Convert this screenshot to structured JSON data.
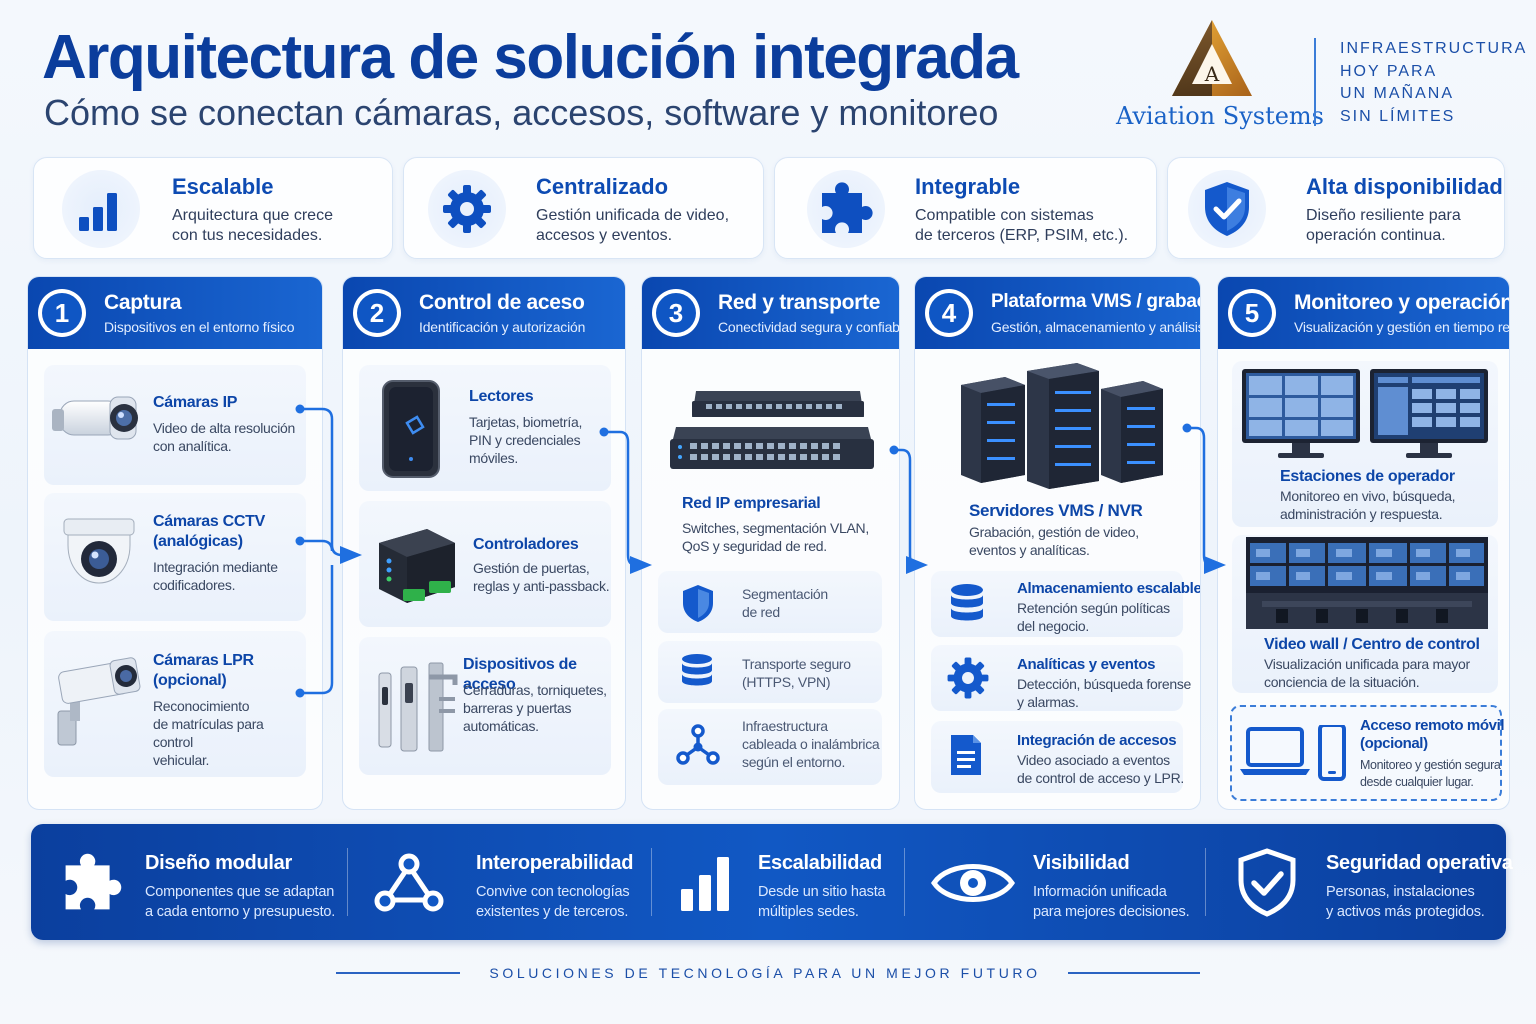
{
  "header": {
    "title": "Arquitectura de solución integrada",
    "subtitle": "Cómo se conectan cámaras, accesos, software y monitoreo",
    "logo_letter": "A",
    "brand": "Aviation Systems",
    "tagline": [
      "INFRAESTRUCTURA",
      "HOY PARA",
      "UN MAÑANA",
      "SIN LÍMITES"
    ]
  },
  "benefits": [
    {
      "icon": "bar-chart-icon",
      "title": "Escalable",
      "desc": [
        "Arquitectura que crece",
        "con tus necesidades."
      ]
    },
    {
      "icon": "gear-icon",
      "title": "Centralizado",
      "desc": [
        "Gestión unificada de video,",
        "accesos y eventos."
      ]
    },
    {
      "icon": "puzzle-icon",
      "title": "Integrable",
      "desc": [
        "Compatible con sistemas",
        "de terceros (ERP, PSIM, etc.)."
      ]
    },
    {
      "icon": "shield-check-icon",
      "title": "Alta disponibilidad",
      "desc": [
        "Diseño resiliente para",
        "operación continua."
      ]
    }
  ],
  "stages": [
    {
      "number": "1",
      "title": "Captura",
      "subtitle": "Dispositivos en el entorno físico",
      "items": [
        {
          "icon": "ip-camera-icon",
          "title": [
            "Cámaras IP"
          ],
          "desc": [
            "Video de alta resolución",
            "con analítica."
          ]
        },
        {
          "icon": "dome-camera-icon",
          "title": [
            "Cámaras CCTV",
            "(analógicas)"
          ],
          "desc": [
            "Integración mediante",
            "codificadores."
          ]
        },
        {
          "icon": "lpr-camera-icon",
          "title": [
            "Cámaras LPR",
            "(opcional)"
          ],
          "desc": [
            "Reconocimiento",
            "de matrículas para control",
            "vehicular."
          ]
        }
      ]
    },
    {
      "number": "2",
      "title": "Control de aceso",
      "subtitle": "Identificación y autorización",
      "items": [
        {
          "icon": "card-reader-icon",
          "title": [
            "Lectores"
          ],
          "desc": [
            "Tarjetas, biometría,",
            "PIN y credenciales",
            "móviles."
          ]
        },
        {
          "icon": "controller-icon",
          "title": [
            "Controladores"
          ],
          "desc": [
            "Gestión de puertas,",
            "reglas y anti-passback."
          ]
        },
        {
          "icon": "turnstile-icon",
          "title": [
            "Dispositivos de acceso"
          ],
          "desc": [
            "Cerraduras, torniquetes,",
            "barreras y puertas",
            "automáticas."
          ]
        }
      ]
    },
    {
      "number": "3",
      "title": "Red y transporte",
      "subtitle": "Conectividad segura y confiable",
      "main": {
        "icon": "network-switch-icon",
        "title": "Red IP empresarial",
        "desc": [
          "Switches, segmentación VLAN,",
          "QoS y seguridad de red."
        ]
      },
      "items": [
        {
          "icon": "shield-icon",
          "desc": [
            "Segmentación",
            "de red"
          ]
        },
        {
          "icon": "database-icon",
          "desc": [
            "Transporte seguro",
            "(HTTPS, VPN)"
          ]
        },
        {
          "icon": "network-nodes-icon",
          "desc": [
            "Infraestructura",
            "cableada o inalámbrica",
            "según el entorno."
          ]
        }
      ]
    },
    {
      "number": "4",
      "title": "Plataforma VMS / grabación",
      "subtitle": "Gestión, almacenamiento y análisis",
      "main": {
        "icon": "server-icon",
        "title": "Servidores VMS / NVR",
        "desc": [
          "Grabación, gestión de video,",
          "eventos y analíticas."
        ]
      },
      "items": [
        {
          "icon": "database-icon",
          "title": "Almacenamiento escalable",
          "desc": [
            "Retención según políticas",
            "del negocio."
          ]
        },
        {
          "icon": "gear-icon",
          "title": "Analíticas y eventos",
          "desc": [
            "Detección, búsqueda forense",
            "y alarmas."
          ]
        },
        {
          "icon": "document-icon",
          "title": "Integración de accesos",
          "desc": [
            "Video asociado a eventos",
            "de control de acceso y LPR."
          ]
        }
      ]
    },
    {
      "number": "5",
      "title": "Monitoreo y operación",
      "subtitle": "Visualización y gestión en tiempo real",
      "items": [
        {
          "icon": "monitor-icon",
          "title": "Estaciones de operador",
          "desc": [
            "Monitoreo en vivo, búsqueda,",
            "administración y respuesta."
          ]
        },
        {
          "icon": "video-wall-icon",
          "title": "Video wall / Centro de control",
          "desc": [
            "Visualización unificada para mayor",
            "conciencia de la situación."
          ]
        },
        {
          "icon": "laptop-phone-icon",
          "title": [
            "Acceso remoto móvil",
            "(opcional)"
          ],
          "desc": [
            "Monitoreo y gestión segura",
            "desde cualquier lugar."
          ]
        }
      ]
    }
  ],
  "pillars": [
    {
      "icon": "puzzle-icon",
      "title": "Diseño modular",
      "desc": [
        "Componentes que se adaptan",
        "a cada entorno y presupuesto."
      ]
    },
    {
      "icon": "network-nodes-icon",
      "title": "Interoperabilidad",
      "desc": [
        "Convive con tecnologías",
        "existentes y de terceros."
      ]
    },
    {
      "icon": "bar-chart-icon",
      "title": "Escalabilidad",
      "desc": [
        "Desde un sitio hasta",
        "múltiples sedes."
      ]
    },
    {
      "icon": "eye-icon",
      "title": "Visibilidad",
      "desc": [
        "Información unificada",
        "para mejores decisiones."
      ]
    },
    {
      "icon": "shield-check-icon",
      "title": "Seguridad operativa",
      "desc": [
        "Personas, instalaciones",
        "y activos más protegidos."
      ]
    }
  ],
  "footer": "SOLUCIONES DE TECNOLOGÍA PARA UN MEJOR FUTURO",
  "colors": {
    "primary": "#0b3d9c",
    "accent": "#1a66d2",
    "light": "#eaf1fb"
  }
}
